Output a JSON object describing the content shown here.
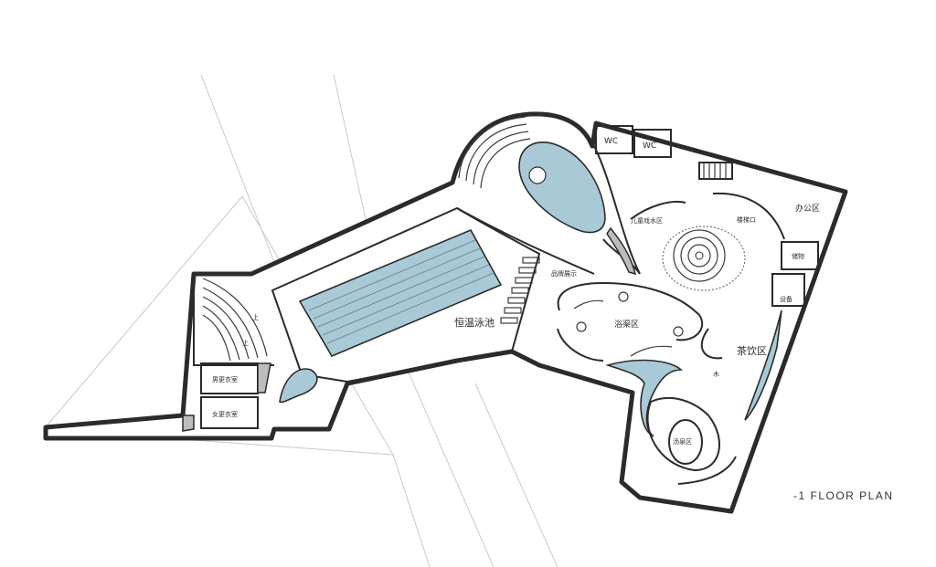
{
  "plan_title": "-1 FLOOR PLAN",
  "rooms": {
    "wc_1": "WC",
    "wc_2": "WC",
    "office": "办公区",
    "kids_pool": "儿童戏水区",
    "stairs_area": "楼梯口",
    "pool": "恒温泳池",
    "exhibition": "品牌展示",
    "bath_area": "浴渠区",
    "tea_area": "茶饮区",
    "hot_spring": "汤泉区",
    "mens_locker": "男更衣室",
    "womens_locker": "女更衣室",
    "store_room": "储物",
    "equipment": "设备",
    "up_1": "上",
    "up_2": "上",
    "tree_mark": "木"
  },
  "colors": {
    "water": "#a9c9d6",
    "wall": "#2b2b2b",
    "site_lines": "#c9c9c9"
  }
}
